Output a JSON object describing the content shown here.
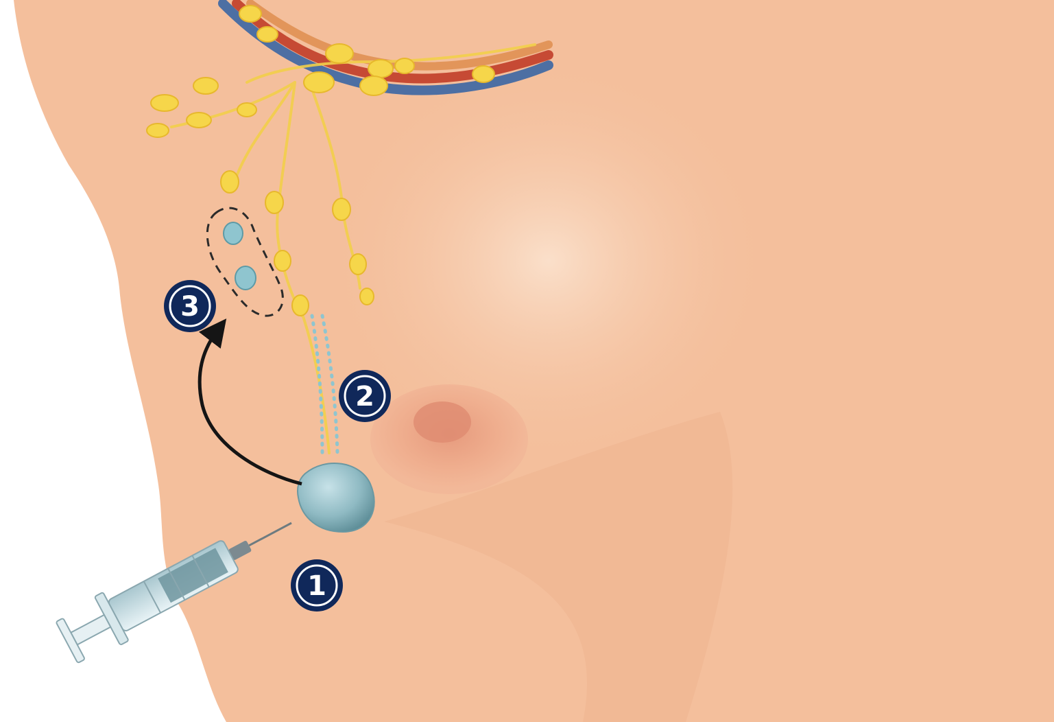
{
  "diagram": {
    "steps": [
      {
        "number": "1"
      },
      {
        "number": "2"
      },
      {
        "number": "3"
      }
    ]
  },
  "colors": {
    "skin": "#f4bf9c",
    "skin_light": "#f8d6bb",
    "areola": "#e8a083",
    "lymph_yellow": "#f6d64a",
    "tracer_blue": "#8fc5cf",
    "badge_navy": "#10285a",
    "arrow": "#151515"
  },
  "icons": [
    "syringe-icon",
    "tumor-icon",
    "lymph-node-icon",
    "arrow-icon"
  ]
}
